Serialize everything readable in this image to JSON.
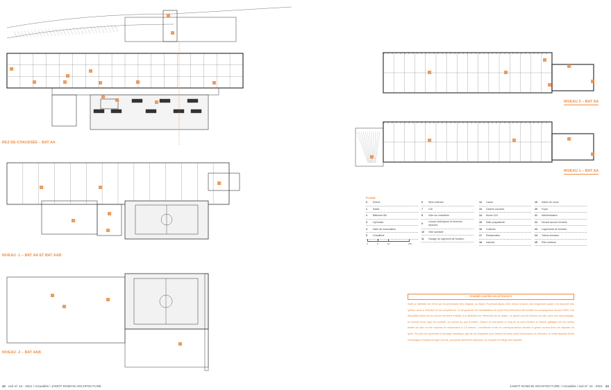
{
  "plans": {
    "rdc_label": "REZ-DE-CHAUSSÉE – BAT AA",
    "n_minus1_label": "NIVEAU -1 – BAT AA ET BAT AAB",
    "n_minus2_label": "NIVEAU -2 – BAT AAB",
    "n2_label": "NIVEAU 2 – BAT AA",
    "n1_label": "NIVEAU 1 – BAT AA"
  },
  "legend": {
    "title": "PLANS",
    "columns": [
      [
        {
          "n": "0",
          "t": "Entrée"
        },
        {
          "n": "1",
          "t": "Stade"
        },
        {
          "n": "2",
          "t": "Bâtiment AB"
        },
        {
          "n": "3",
          "t": "Gymnase"
        },
        {
          "n": "4",
          "t": "Salle de musculation"
        },
        {
          "n": "5",
          "t": "Chaufferie"
        }
      ],
      [
        {
          "n": "6",
          "t": "Silos enterrés"
        },
        {
          "n": "7",
          "t": "CDI"
        },
        {
          "n": "8",
          "t": "Vide sur chaufferie"
        },
        {
          "n": "9",
          "t": "Locaux techniques et réserves diverses"
        },
        {
          "n": "10",
          "t": "Vide sanitaire"
        },
        {
          "n": "11",
          "t": "Garage du logement de fonction"
        }
      ],
      [
        {
          "n": "12",
          "t": "Caves"
        },
        {
          "n": "13",
          "t": "Galerie couverte"
        },
        {
          "n": "14",
          "t": "Accès CDI"
        },
        {
          "n": "15",
          "t": "Salle polyvalente"
        },
        {
          "n": "16",
          "t": "Cuisines"
        },
        {
          "n": "17",
          "t": "Restauration"
        },
        {
          "n": "18",
          "t": "Internat"
        }
      ],
      [
        {
          "n": "19",
          "t": "Salles de cours"
        },
        {
          "n": "20",
          "t": "Foyer"
        },
        {
          "n": "21",
          "t": "Administration"
        },
        {
          "n": "22",
          "t": "Nouvel auvent d'entrée"
        },
        {
          "n": "23",
          "t": "Logements de fonction"
        },
        {
          "n": "24",
          "t": "Toiture-terrasse"
        },
        {
          "n": "25",
          "t": "Pôle médical"
        }
      ]
    ],
    "scale_ticks": [
      "0",
      "5",
      "10",
      "20m"
    ]
  },
  "textbox": {
    "title": "PENSÉE CONTRE LES ATTENTATS",
    "body": "Suite à l'attentat de 2016 sur la promenade des Anglais, la région Provence-Alpes-Côte d'Azur a accru ses exigences quant à la sécurité des lycées, ceux-ci relevant de sa compétence. Le programme de réhabilitation du lycée Paul-Héroult a été modifié en conséquence durant l'APD. Les dispositifs ainsi mis en œuvre servirent ensuite à la définition du référentiel de la région. Le grand auvent d'accès au site, avec son barreaudage, se double d'une loge de contrôle, au niveau du sas d'entrée. Clôture en serrurerie le long de la voie d'entrée et clôture grillagée sur les autres limites du site ont été reprises et rehaussées à 2,5 mètres. L'architecte a mis en correspondance visuelle le grand auvent avec les façades du lycée. En plus de reprendre le bardage métallique gris de sa charpente pour former les brise-soleil horizontaux et verticaux, le métal déployé teinte champagne revêtant la loge renvoie, par points librement disposés, en imposte et allège des façades."
  },
  "footer": {
    "left_page": "42",
    "left_text": "exé N° 44 - 2021 \\ Actualités \\ JAMOT ROMAIN ARCHITECTURE",
    "right_text": "JAMOT ROMAIN ARCHITECTURE / Actualités / exé N° 44 - 2021",
    "right_page": "43"
  },
  "colors": {
    "accent": "#f08a3c",
    "line": "#333333"
  }
}
